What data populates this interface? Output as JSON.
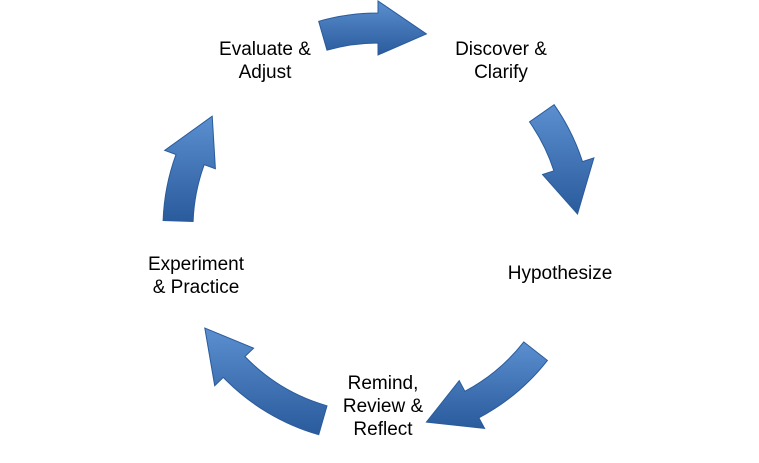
{
  "diagram": {
    "type": "cycle",
    "arrow_color": "#3a70b5",
    "arrow_color_light": "#5b8fd0",
    "arrow_color_dark": "#2a5b9c",
    "nodes": [
      {
        "lines": [
          "Discover &",
          "Clarify"
        ]
      },
      {
        "lines": [
          "Hypothesize"
        ]
      },
      {
        "lines": [
          "Remind,",
          "Review &",
          "Reflect"
        ]
      },
      {
        "lines": [
          "Experiment",
          "& Practice"
        ]
      },
      {
        "lines": [
          "Evaluate &",
          "Adjust"
        ]
      }
    ]
  }
}
